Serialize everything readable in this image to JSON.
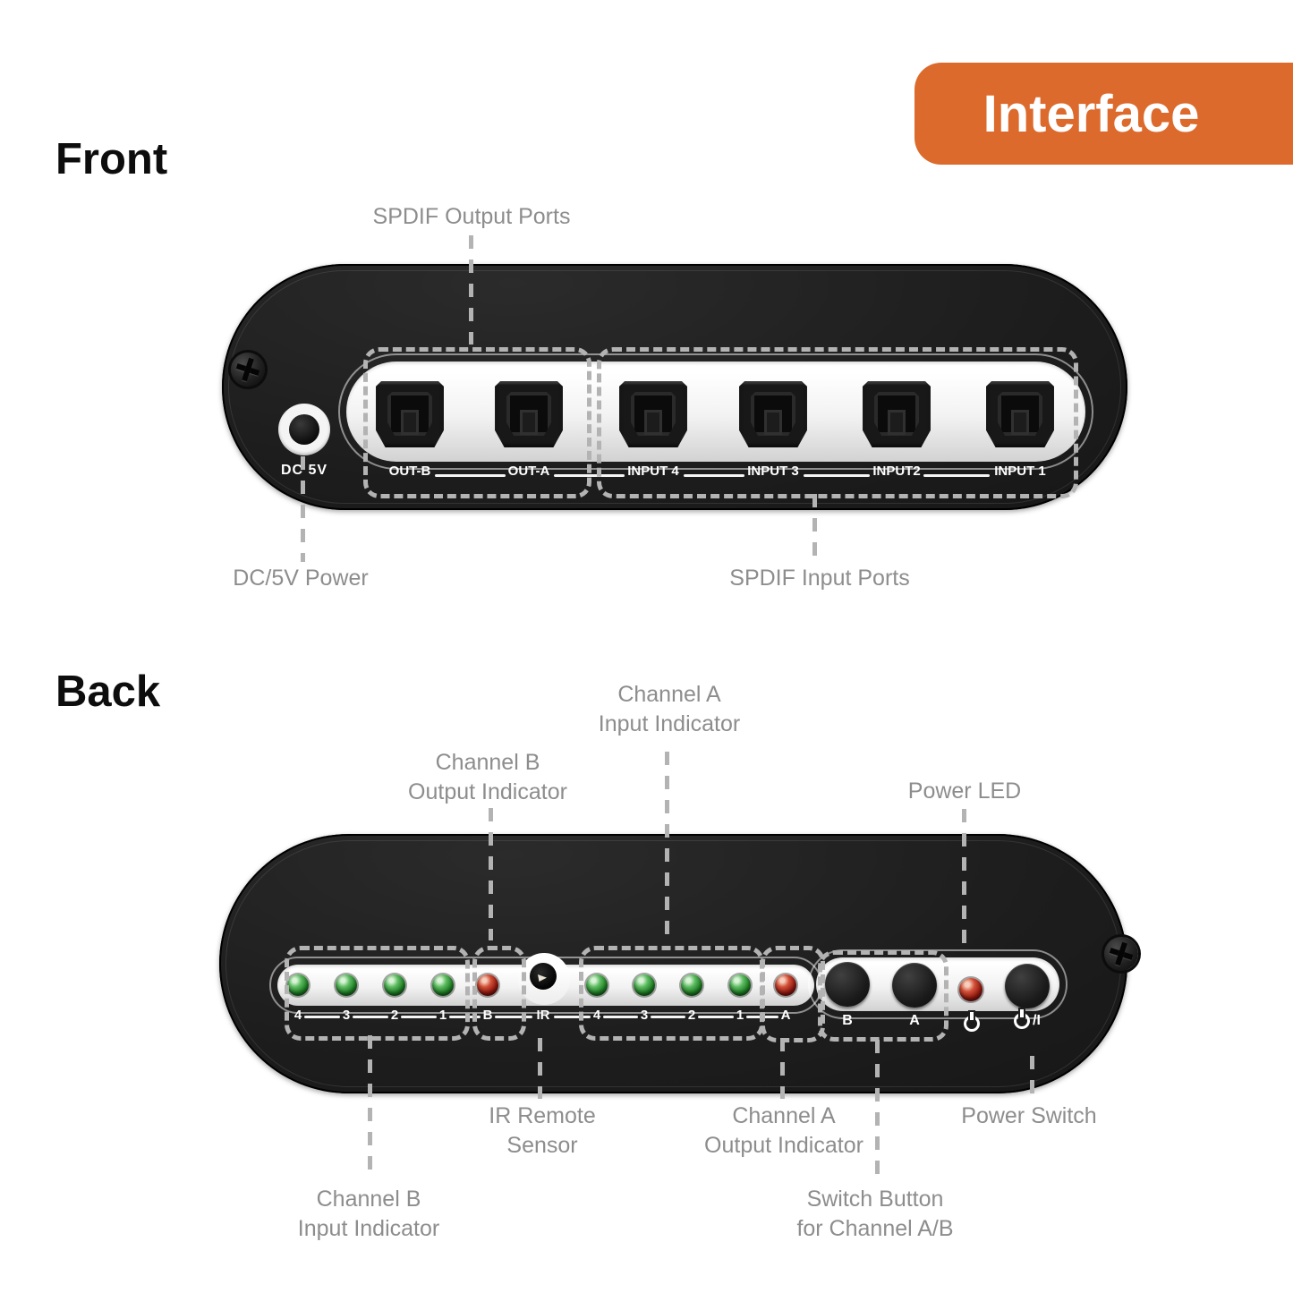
{
  "badge": {
    "label": "Interface"
  },
  "front": {
    "heading": "Front",
    "callouts": {
      "output_ports": "SPDIF Output Ports",
      "dc_power": "DC/5V Power",
      "input_ports": "SPDIF Input Ports"
    },
    "dc_label": "DC 5V",
    "port_labels": [
      "OUT-B",
      "OUT-A",
      "INPUT 4",
      "INPUT 3",
      "INPUT2",
      "INPUT 1"
    ]
  },
  "back": {
    "heading": "Back",
    "callouts": {
      "channel_a_input": {
        "line1": "Channel A",
        "line2": "Input Indicator"
      },
      "channel_b_output": {
        "line1": "Channel B",
        "line2": "Output Indicator"
      },
      "power_led": "Power LED",
      "ir_sensor": {
        "line1": "IR Remote",
        "line2": "Sensor"
      },
      "channel_a_output": {
        "line1": "Channel A",
        "line2": "Output Indicator"
      },
      "power_switch": "Power Switch",
      "channel_b_input": {
        "line1": "Channel B",
        "line2": "Input Indicator"
      },
      "switch_button": {
        "line1": "Switch Button",
        "line2": "for Channel A/B"
      }
    },
    "led_labels": [
      "4",
      "3",
      "2",
      "1",
      "B",
      "IR",
      "4",
      "3",
      "2",
      "1",
      "A"
    ],
    "button_labels": {
      "b": "B",
      "a": "A",
      "power_suffix": "/I"
    }
  },
  "colors": {
    "accent_orange": "#DC6A2C",
    "label_gray": "#8D8D8D",
    "dash_gray": "#B3B3B3",
    "led_green": "#2E8B32",
    "led_red": "#B3261A"
  }
}
